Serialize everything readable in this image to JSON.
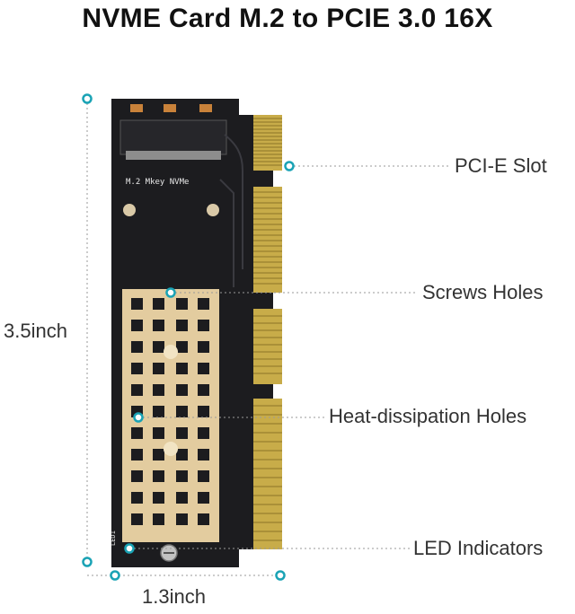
{
  "title": "NVME Card M.2 to PCIE 3.0 16X",
  "callouts": {
    "pcie_slot": "PCI-E Slot",
    "screws_holes": "Screws Holes",
    "heat_holes": "Heat-dissipation Holes",
    "led_indicators": "LED Indicators"
  },
  "dimensions": {
    "height": "3.5inch",
    "width": "1.3inch"
  },
  "board_print": {
    "model": "M.2 Mkey NVMe",
    "led_text": "LED1"
  },
  "colors": {
    "pcb": "#1c1c1f",
    "heatsink": "#dcc59a",
    "gold": "#d2b24a",
    "marker": "#1aa3b5"
  }
}
